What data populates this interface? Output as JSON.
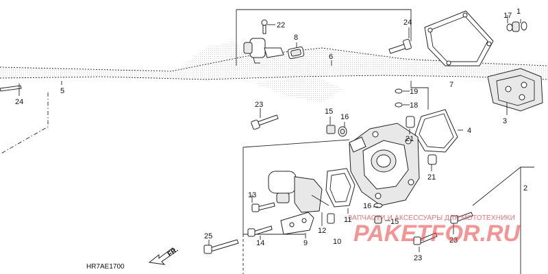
{
  "diagram": {
    "code": "HR7AE1700",
    "front_label": "FR.",
    "watermark_text": "ЗАПЧАСТИ И АКСЕССУАРЫ ДЛЯ МОТОТЕХНИКИ",
    "watermark_logo": "PAKETFOR.RU",
    "callouts": [
      {
        "id": "c1",
        "label": "1"
      },
      {
        "id": "c17",
        "label": "17"
      },
      {
        "id": "c22",
        "label": "22"
      },
      {
        "id": "c8",
        "label": "8"
      },
      {
        "id": "c24a",
        "label": "24"
      },
      {
        "id": "c6",
        "label": "6"
      },
      {
        "id": "c7",
        "label": "7"
      },
      {
        "id": "c19",
        "label": "19"
      },
      {
        "id": "c18",
        "label": "18"
      },
      {
        "id": "c5",
        "label": "5"
      },
      {
        "id": "c24b",
        "label": "24"
      },
      {
        "id": "c23a",
        "label": "23"
      },
      {
        "id": "c15a",
        "label": "15"
      },
      {
        "id": "c16a",
        "label": "16"
      },
      {
        "id": "c4",
        "label": "4"
      },
      {
        "id": "c3",
        "label": "3"
      },
      {
        "id": "c21a",
        "label": "21"
      },
      {
        "id": "c21b",
        "label": "21"
      },
      {
        "id": "c2",
        "label": "2"
      },
      {
        "id": "c13",
        "label": "13"
      },
      {
        "id": "c11",
        "label": "11"
      },
      {
        "id": "c16b",
        "label": "16"
      },
      {
        "id": "c15b",
        "label": "15"
      },
      {
        "id": "c12",
        "label": "12"
      },
      {
        "id": "c14",
        "label": "14"
      },
      {
        "id": "c9",
        "label": "9"
      },
      {
        "id": "c10",
        "label": "10"
      },
      {
        "id": "c25",
        "label": "25"
      },
      {
        "id": "c23b",
        "label": "23"
      },
      {
        "id": "c23c",
        "label": "23"
      }
    ]
  }
}
